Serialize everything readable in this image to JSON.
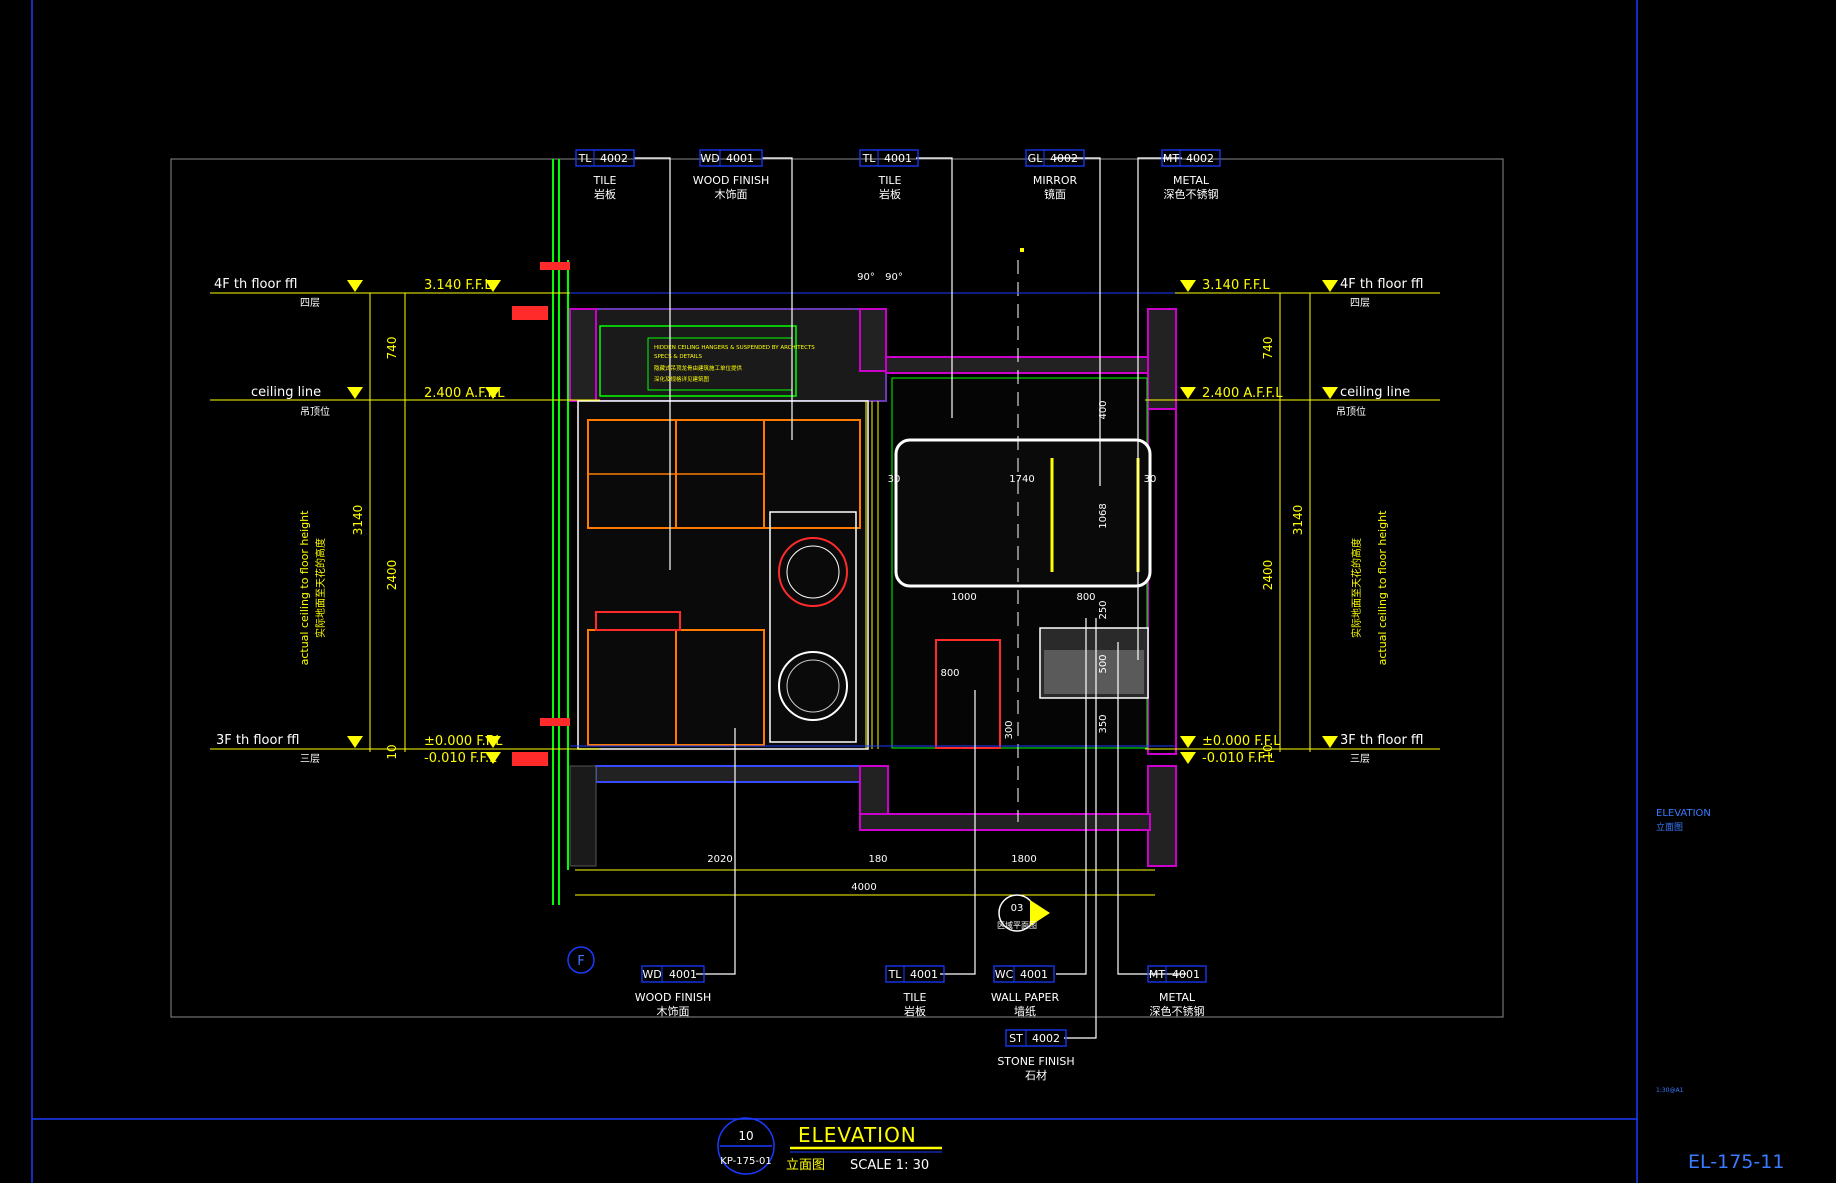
{
  "tags_top": [
    {
      "code": "TL",
      "num": "4002",
      "name": "TILE",
      "cn": "岩板"
    },
    {
      "code": "WD",
      "num": "4001",
      "name": "WOOD FINISH",
      "cn": "木饰面"
    },
    {
      "code": "TL",
      "num": "4001",
      "name": "TILE",
      "cn": "岩板"
    },
    {
      "code": "GL",
      "num": "4002",
      "name": "MIRROR",
      "cn": "镜面"
    },
    {
      "code": "MT",
      "num": "4002",
      "name": "METAL",
      "cn": "深色不锈钢"
    }
  ],
  "tags_bottom": [
    {
      "code": "WD",
      "num": "4001",
      "name": "WOOD FINISH",
      "cn": "木饰面"
    },
    {
      "code": "TL",
      "num": "4001",
      "name": "TILE",
      "cn": "岩板"
    },
    {
      "code": "WC",
      "num": "4001",
      "name": "WALL PAPER",
      "cn": "墙纸"
    },
    {
      "code": "MT",
      "num": "4001",
      "name": "METAL",
      "cn": "深色不锈钢"
    },
    {
      "code": "ST",
      "num": "4002",
      "name": "STONE FINISH",
      "cn": "石材"
    }
  ],
  "levels_left": {
    "floor4": "4F th floor ffl",
    "floor4_cn": "四层",
    "ceiling": "ceiling line",
    "ceiling_cn": "吊顶位",
    "floor3": "3F th floor ffl",
    "floor3_cn": "三层"
  },
  "levels_right": {
    "floor4": "4F th floor ffl",
    "floor4_cn": "四层",
    "ceiling": "ceiling line",
    "ceiling_cn": "吊顶位",
    "floor3": "3F th floor ffl",
    "floor3_cn": "三层"
  },
  "elevations": {
    "top": "3.140 F.F.L",
    "ceiling": "2.400 A.F.F.L",
    "floor": "±0.000 F.F.L",
    "below": "-0.010 F.F.L"
  },
  "dims_vertical": [
    "740",
    "3140",
    "2400",
    "10"
  ],
  "dim_side_text": "actual ceiling to floor height",
  "dim_side_text_cn": "实际地面至天花的高度",
  "dims_bottom": [
    "2020",
    "180",
    "1800",
    "4000"
  ],
  "dims_interior": [
    "1740",
    "1068",
    "30",
    "30",
    "1000",
    "800",
    "800",
    "500",
    "250",
    "350",
    "300",
    "400"
  ],
  "angles": [
    "90°",
    "90°"
  ],
  "note_box": [
    "HIDDEN CEILING HANGERS & SUSPENDED BY ARCHITECTS",
    "SPECS & DETAILS",
    "隐藏式吊顶龙骨由建筑施工单位提供",
    "深化及规格详见建筑图"
  ],
  "grid_bubble": "F",
  "section_ref": {
    "num": "03",
    "sheet": "区域平面图"
  },
  "title_block": {
    "number": "10",
    "sheet": "KP-175-01",
    "title": "ELEVATION",
    "title_cn": "立面图",
    "scale": "SCALE 1:  30"
  },
  "sidebar": {
    "label": "ELEVATION",
    "label_cn": "立面图",
    "small": "1:30@A1",
    "sheet_no": "EL-175-11"
  },
  "colors": {
    "yellow": "#ffff00",
    "blue": "#1a3aff",
    "magenta": "#cc00cc",
    "red": "#ff2a2a",
    "green": "#00ff00",
    "white": "#ffffff",
    "cyan": "#00ffff"
  }
}
